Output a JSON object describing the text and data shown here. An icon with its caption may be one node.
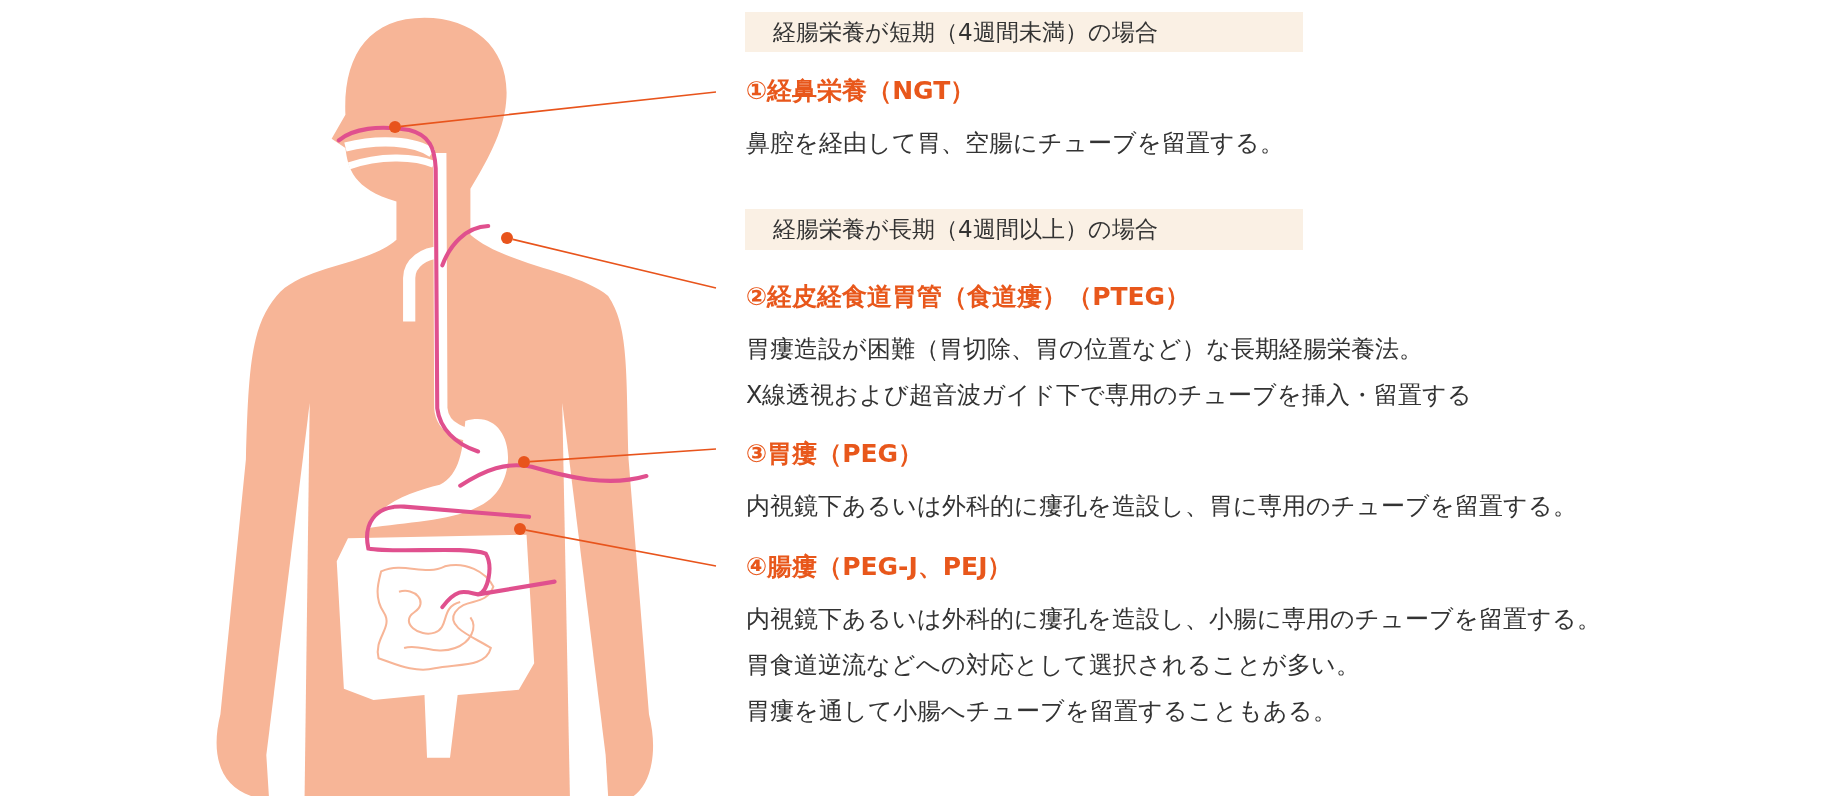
{
  "diagram": {
    "nodes": [
      {
        "text": [
          "経腸栄養が短期（4週間未満）の場合"
        ]
      },
      {
        "text": [
          "①経鼻栄養（NGT）",
          "鼻腔を経由して胃、空腸にチューブを留置する。"
        ]
      },
      {
        "text": [
          "経腸栄養が長期（4週間以上）の場合"
        ]
      },
      {
        "text": [
          "②経皮経食道胃管（食道瘻）（PTEG）",
          "胃瘻造設が困難（胃切除、胃の位置など）な長期経腸栄養法。",
          "X線透視および超音波ガイド下で専用のチューブを挿入・留置する"
        ]
      },
      {
        "text": [
          "③胃瘻（PEG）",
          "内視鏡下あるいは外科的に瘻孔を造設し、胃に専用のチューブを留置する。"
        ]
      },
      {
        "text": [
          "④腸瘻（PEG-J、PEJ）",
          "内視鏡下あるいは外科的に瘻孔を造設し、小腸に専用のチューブを留置する。",
          "胃食道逆流などへの対応として選択されることが多い。",
          "胃瘻を通して小腸へチューブを留置することもある。"
        ]
      },
      {
        "text": [],
        "shape": "circle"
      },
      {
        "text": [],
        "shape": "circle"
      },
      {
        "text": [],
        "shape": "circle"
      },
      {
        "text": [],
        "shape": "circle"
      }
    ],
    "edges": [
      {
        "from": 1,
        "to": 6,
        "arrow": "none"
      },
      {
        "from": 3,
        "to": 7,
        "arrow": "none"
      },
      {
        "from": 4,
        "to": 8,
        "arrow": "none"
      },
      {
        "from": 5,
        "to": 9,
        "arrow": "none"
      }
    ]
  }
}
